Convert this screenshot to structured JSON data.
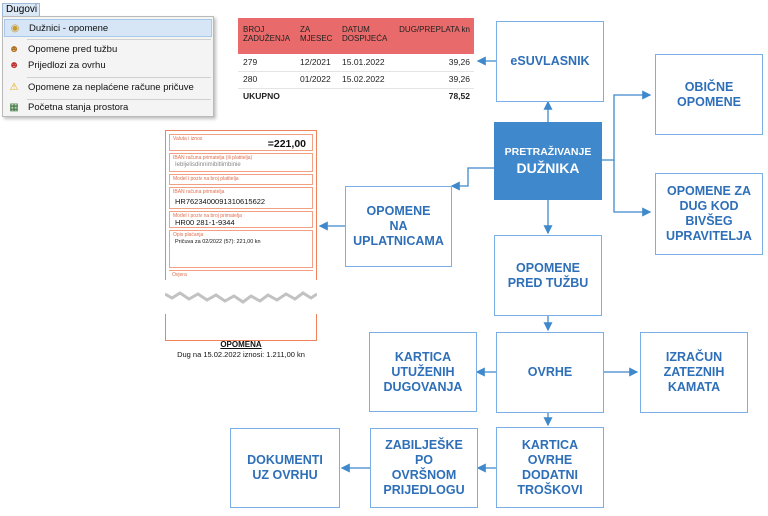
{
  "menu": {
    "bar_label": "Dugovi",
    "items": [
      {
        "label": "Dužnici - opomene",
        "icon": "coins-icon"
      },
      {
        "label": "Opomene pred tužbu",
        "icon": "user-warning-icon"
      },
      {
        "label": "Prijedlozi za ovrhu",
        "icon": "user-alert-icon"
      },
      {
        "label": "Opomene za neplaćene račune pričuve",
        "icon": "warning-triangle-icon"
      },
      {
        "label": "Početna stanja prostora",
        "icon": "building-icon"
      }
    ]
  },
  "table": {
    "header_color": "#e86a6a",
    "headers": [
      "BROJ ZADUŽENJA",
      "ZA MJESEC",
      "DATUM DOSPIJEĆA",
      "DUG/PREPLATA kn"
    ],
    "rows": [
      [
        "279",
        "12/2021",
        "15.01.2022",
        "39,26"
      ],
      [
        "280",
        "01/2022",
        "15.02.2022",
        "39,26"
      ]
    ],
    "total_label": "UKUPNO",
    "total_value": "78,52"
  },
  "slip": {
    "amount_label": "Valuta i iznos",
    "amount": "=221,00",
    "field1_label": "IBAN računa primatelja (ili platitelja)",
    "field2_value": "Iebljelisdinnimibitlimbinie",
    "field3_label": "Model i poziv na broj platitelja",
    "iban_label": "IBAN računa primatelja",
    "iban": "HR7623400091310615622",
    "model_label": "Model i poziv na broj primatelja",
    "model": "HR00   281-1-9344",
    "desc_label": "Opis plaćanja",
    "desc": "Pričuva za 02/2022 (57): 221,00 kn",
    "sign_label": "Ovjera",
    "title": "OPOMENA",
    "subtitle": "Dug na 15.02.2022 iznosi: 1.211,00 kn",
    "border_color": "#f0825a"
  },
  "diagram": {
    "accent_color": "#3f88cc",
    "border_color": "#7aaee6",
    "arrow_color": "#3f88cc",
    "nodes": {
      "main_line1": "PRETRAŽIVANJE",
      "main_line2": "DUŽNIKA",
      "esuvlasnik": "eSUVLASNIK",
      "obicne": "OBIČNE\nOPOMENE",
      "bivseg": "OPOMENE ZA\nDUG KOD\nBIVŠEG\nUPRAVITELJA",
      "uplatnice": "OPOMENE\nNA\nUPLATNICAMA",
      "tuzba": "OPOMENE\nPRED TUŽBU",
      "ovrhe": "OVRHE",
      "kartica_utuzenih": "KARTICA\nUTUŽENIH\nDUGOVANJA",
      "izracun": "IZRAČUN\nZATEZNIH\nKAMATA",
      "kartica_ovrhe": "KARTICA\nOVRHE\nDODATNI\nTROŠKOVI",
      "zabiljeske": "ZABILJEŠKE\nPO\nOVRŠNOM\nPRIJEDLOGU",
      "dokumenti": "DOKUMENTI\nUZ OVRHU"
    }
  }
}
